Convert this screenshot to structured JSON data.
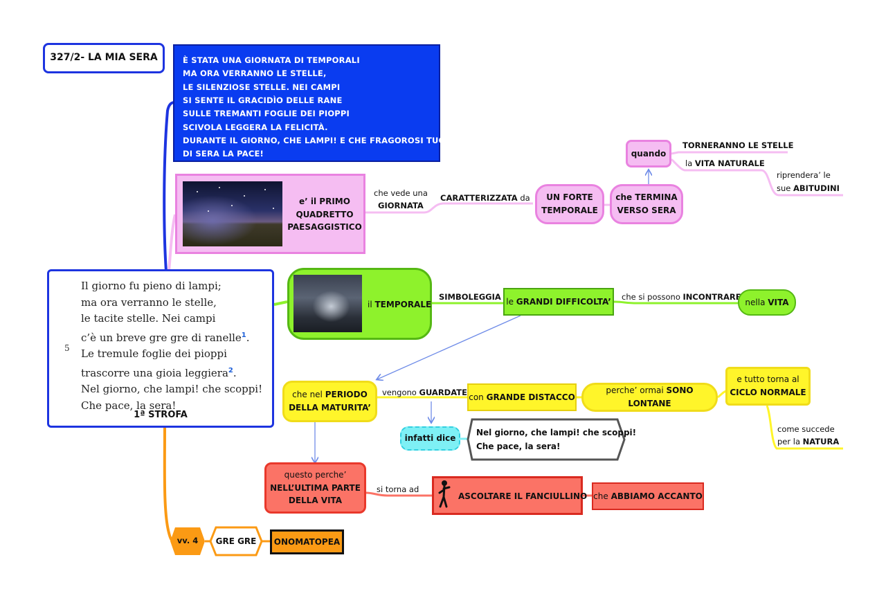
{
  "title": "327/2- LA MIA SERA",
  "summary_lines": [
    "È STATA UNA GIORNATA DI TEMPORALI",
    "MA ORA VERRANNO LE STELLE,",
    "LE SILENZIOSE STELLE. NEI CAMPI",
    "SI SENTE IL GRACIDÌO DELLE RANE",
    "SULLE TREMANTI FOGLIE DEI PIOPPI",
    "SCIVOLA LEGGERA LA FELICITÀ.",
    "DURANTE IL GIORNO, CHE LAMPI! E CHE FRAGOROSI TUONI",
    "DI SERA LA PACE!"
  ],
  "poem": {
    "lines": [
      "Il giorno fu pieno di lampi;",
      "ma ora verranno le stelle,",
      "le tacite stelle. Nei campi",
      "c’è un breve gre gre di ranelle",
      "Le tremule foglie dei pioppi",
      "trascorre una gioia leggiera",
      "Nel giorno, che lampi! che scoppi!",
      "Che pace, la sera!"
    ],
    "note1": "1",
    "note2": "2",
    "line_number": "5",
    "strofa": "1ª STROFA"
  },
  "row1": {
    "main_a": "e’ il PRIMO",
    "main_b": "QUADRETTO",
    "main_c": "PAESAGGISTICO",
    "link1_a": "che vede una",
    "link1_b": "GIORNATA",
    "link2_a": "CARATTERIZZATA",
    "link2_b": "da",
    "pill1_a": "UN FORTE",
    "pill1_b": "TEMPORALE",
    "pill2_a": "che TERMINA",
    "pill2_b": "VERSO SERA",
    "quando": "quando",
    "torneranno": "TORNERANNO LE STELLE",
    "vita_a": "la",
    "vita_b": "VITA NATURALE",
    "riprendera_a": "riprendera’ le",
    "riprendera_b": "sue",
    "riprendera_c": "ABITUDINI"
  },
  "row2": {
    "main_a": "il",
    "main_b": "TEMPORALE",
    "simboleggia": "SIMBOLEGGIA",
    "diff_a": "le",
    "diff_b": "GRANDI DIFFICOLTA’",
    "incontrare_a": "che si possono",
    "incontrare_b": "INCONTRARE",
    "vita_a": "nella",
    "vita_b": "VITA"
  },
  "row3": {
    "periodo_a": "che nel",
    "periodo_b": "PERIODO",
    "periodo_c": "DELLA MATURITA’",
    "guardate_a": "vengono",
    "guardate_b": "GUARDATE",
    "distacco_a": "con",
    "distacco_b": "GRANDE DISTACCO",
    "lontane_a": "perche’ ormai",
    "lontane_b": "SONO LONTANE",
    "torna_a": "e tutto torna al",
    "torna_b": "CICLO NORMALE",
    "natura_a": "come succede",
    "natura_b": "per la",
    "natura_c": "NATURA",
    "infatti": "infatti dice",
    "quote_a": "Nel giorno, che lampi! che scoppi!",
    "quote_b": "Che pace, la sera!"
  },
  "row4": {
    "perche_a": "questo perche’",
    "perche_b": "NELL’ULTIMA PARTE",
    "perche_c": "DELLA VITA",
    "torna_ad": "si torna ad",
    "fanciullino": "ASCOLTARE IL FANCIULLINO",
    "accanto_a": "che",
    "accanto_b": "ABBIAMO ACCANTO"
  },
  "row5": {
    "vv": "vv. 4",
    "gregre": "GRE GRE",
    "onomatopea": "ONOMATOPEA"
  },
  "colors": {
    "blue": "#1d34e0",
    "pink": "#f5bdf2",
    "green": "#8ef22c",
    "yellow": "#fff52a",
    "red": "#fb7366",
    "orange": "#fb9a14",
    "cyan": "#7ef0f5"
  }
}
